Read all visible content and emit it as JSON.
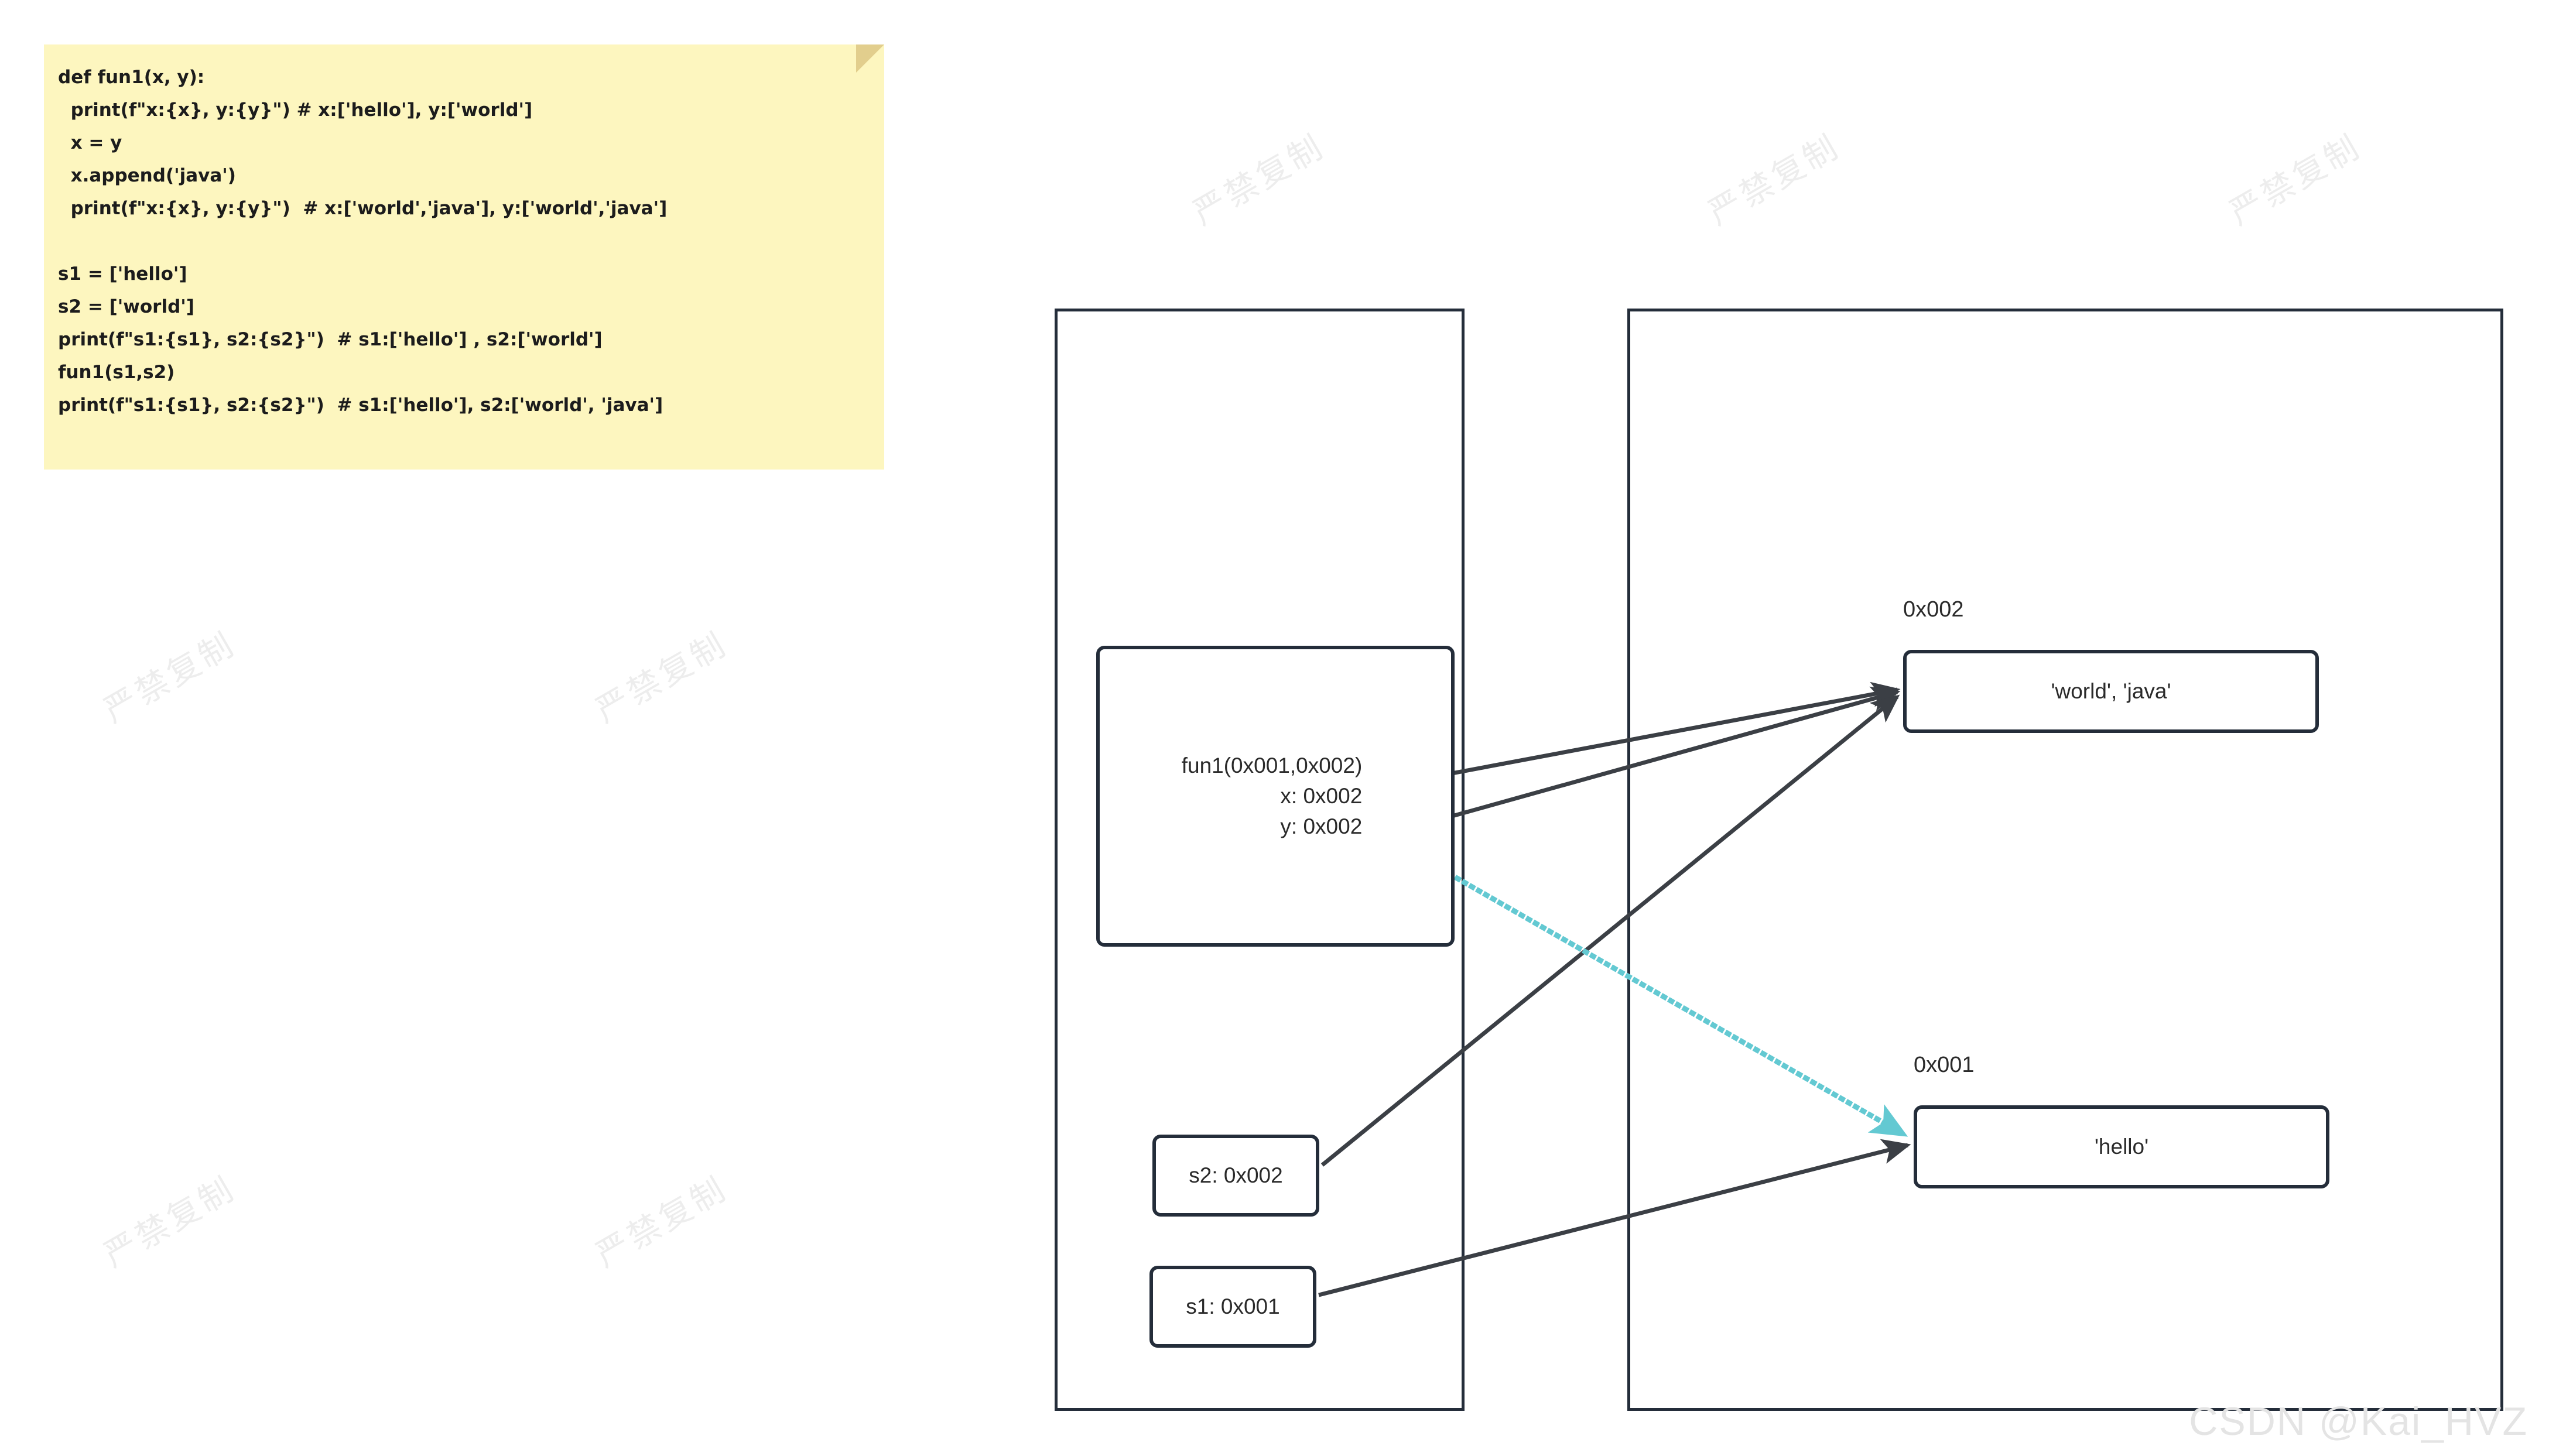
{
  "note": {
    "lines": [
      "def fun1(x, y):",
      "  print(f\"x:{x}, y:{y}\") # x:['hello'], y:['world']",
      "  x = y",
      "  x.append('java')",
      "  print(f\"x:{x}, y:{y}\")  # x:['world','java'], y:['world','java']",
      "",
      "s1 = ['hello']",
      "s2 = ['world']",
      "print(f\"s1:{s1}, s2:{s2}\")  # s1:['hello'] , s2:['world']",
      "fun1(s1,s2)",
      "print(f\"s1:{s1}, s2:{s2}\")  # s1:['hello'], s2:['world', 'java']"
    ],
    "background_color": "#fdf6bf",
    "fold_color": "#e2ce8d"
  },
  "diagram": {
    "stack_frame": {
      "call_line": "fun1(0x001,0x002)",
      "param_x": "x: 0x002",
      "param_y": "y: 0x002"
    },
    "stack_vars": [
      {
        "label": "s2: 0x002"
      },
      {
        "label": "s1: 0x001"
      }
    ],
    "heap_objects": [
      {
        "address": "0x002",
        "value": "'world', 'java'"
      },
      {
        "address": "0x001",
        "value": "'hello'"
      }
    ],
    "colors": {
      "stroke": "#242d3a",
      "highlight": "#63c9d2",
      "text": "#2a2a2a"
    }
  },
  "watermarks": {
    "tile_text": "严禁复制",
    "credit": "CSDN @Kai_HVZ"
  }
}
